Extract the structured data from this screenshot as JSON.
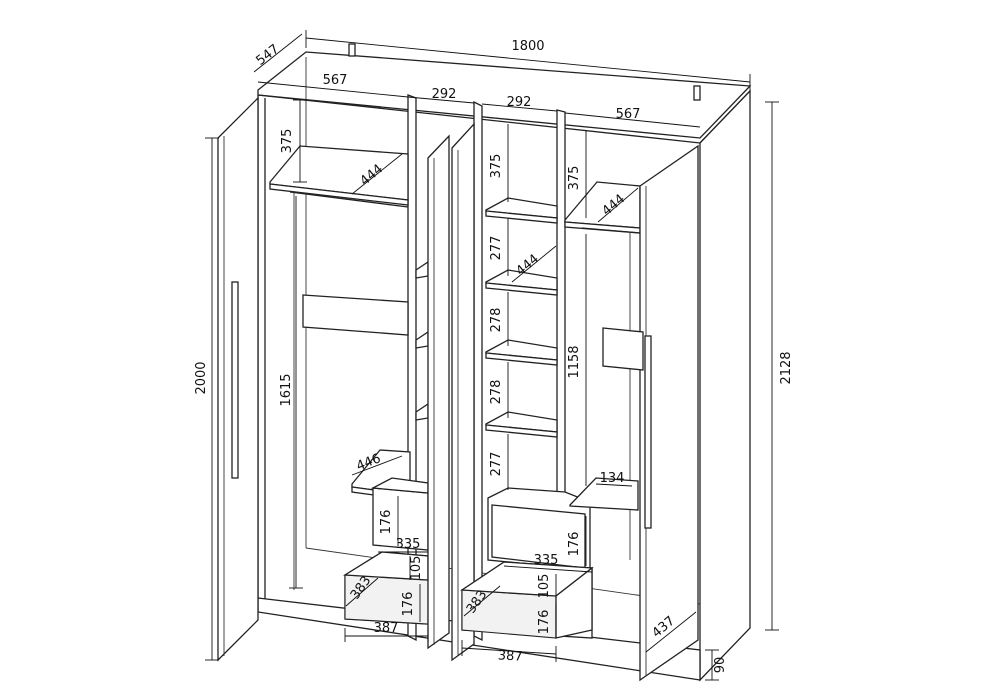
{
  "drawing": {
    "overall_width": "1800",
    "overall_depth": "547",
    "overall_height": "2128",
    "door_height": "2000",
    "plinth_height": "90",
    "left_section": {
      "width": "567",
      "top_shelf_gap": "375",
      "shelf_depth": "444",
      "hanging_height": "1615",
      "lower_shelf_depth": "446",
      "drawer_front_height": "176",
      "drawer_inner_width": "335",
      "drawer_side_height": "105",
      "drawer_depth": "383",
      "drawer_bottom_height": "176",
      "drawer_width": "387"
    },
    "narrow_left_width": "292",
    "narrow_right": {
      "width": "292",
      "shelf_gaps": [
        "375",
        "277",
        "278",
        "278",
        "277"
      ],
      "shelf_depth": "444"
    },
    "right_section": {
      "width": "567",
      "top_shelf_gap": "375",
      "shelf_depth": "444",
      "hanging_height": "1158",
      "small_shelf_depth": "134",
      "drawer_front_height": "176",
      "drawer_inner_width": "335",
      "drawer_side_height": "105",
      "drawer_depth": "383",
      "drawer_bottom_height": "176",
      "drawer_width": "387",
      "door_depth": "437"
    }
  }
}
